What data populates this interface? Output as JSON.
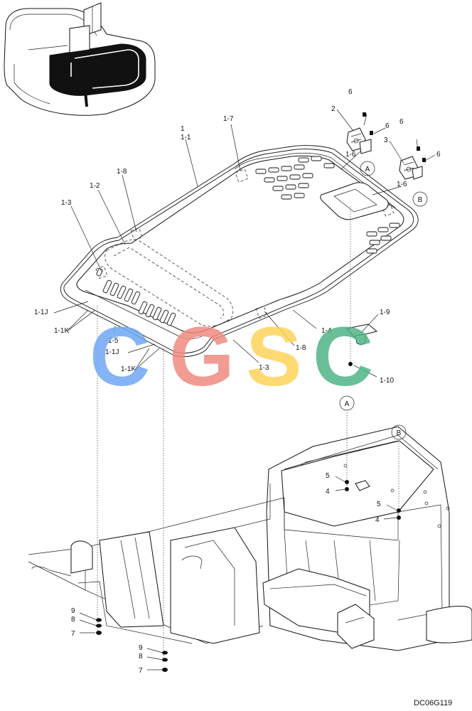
{
  "callouts": {
    "top": [
      "6",
      "2",
      "6",
      "6",
      "3",
      "6",
      "1",
      "1-1",
      "1-7",
      "1-6",
      "1-6",
      "1-8",
      "1-2",
      "1-3"
    ],
    "mid": [
      "1-1J",
      "1-1K",
      "1-5",
      "1-1J",
      "1-1K",
      "1-3",
      "1-8",
      "1-4",
      "1-9",
      "1-10"
    ],
    "bottom_right": [
      "5",
      "4",
      "5",
      "4"
    ],
    "bottom_left": [
      "9",
      "8",
      "7",
      "9",
      "8",
      "7"
    ]
  },
  "circle_refs": {
    "a": "A",
    "b": "B",
    "a2": "A",
    "b2": "B"
  },
  "drawing_code": "DC06G119",
  "watermark": {
    "text": "CGSC",
    "colors": [
      "#6fa8f5",
      "#f08a80",
      "#ffd45a",
      "#4fb587"
    ]
  }
}
